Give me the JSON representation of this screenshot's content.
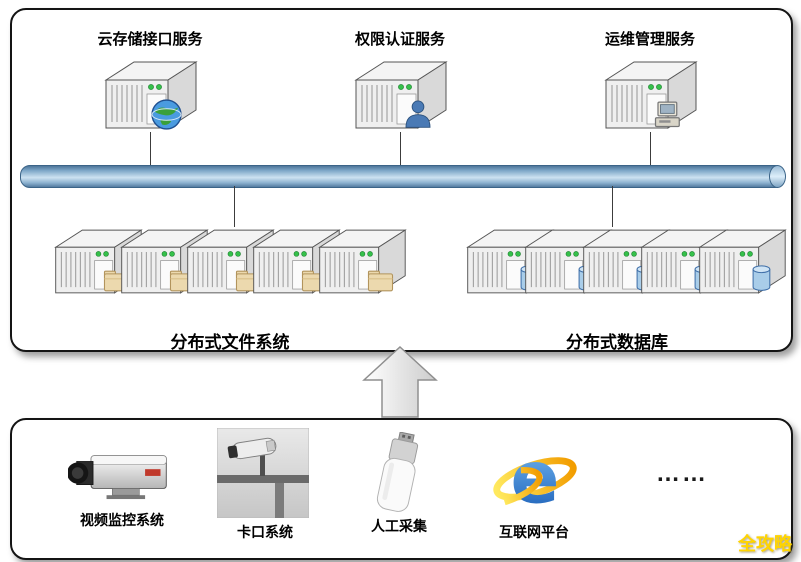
{
  "platform": {
    "services": [
      {
        "label": "云存储接口服务",
        "icon": "globe-server-icon"
      },
      {
        "label": "权限认证服务",
        "icon": "user-server-icon"
      },
      {
        "label": "运维管理服务",
        "icon": "ops-server-icon"
      }
    ],
    "bus": {
      "description": "horizontal data bus pipe",
      "color": "#7ea7c8"
    },
    "clusters": [
      {
        "label": "分布式文件系统",
        "server_count": 5,
        "badge": "folder-icon"
      },
      {
        "label": "分布式数据库",
        "server_count": 5,
        "badge": "database-cylinder-icon"
      }
    ]
  },
  "sources": {
    "items": [
      {
        "label": "视频监控系统",
        "icon": "cctv-camera-icon"
      },
      {
        "label": "卡口系统",
        "icon": "checkpoint-camera-icon"
      },
      {
        "label": "人工采集",
        "icon": "usb-drive-icon"
      },
      {
        "label": "互联网平台",
        "icon": "internet-explorer-icon"
      }
    ],
    "ellipsis": "……"
  },
  "watermark": "全攻略",
  "colors": {
    "box_border": "#141414",
    "bus_top": "#4e769a",
    "bus_highlight": "#cde2f1",
    "watermark": "#ffd400",
    "led_green": "#35c04a",
    "folder_badge": "#ecd9ae",
    "database_badge": "#a9cde9"
  }
}
